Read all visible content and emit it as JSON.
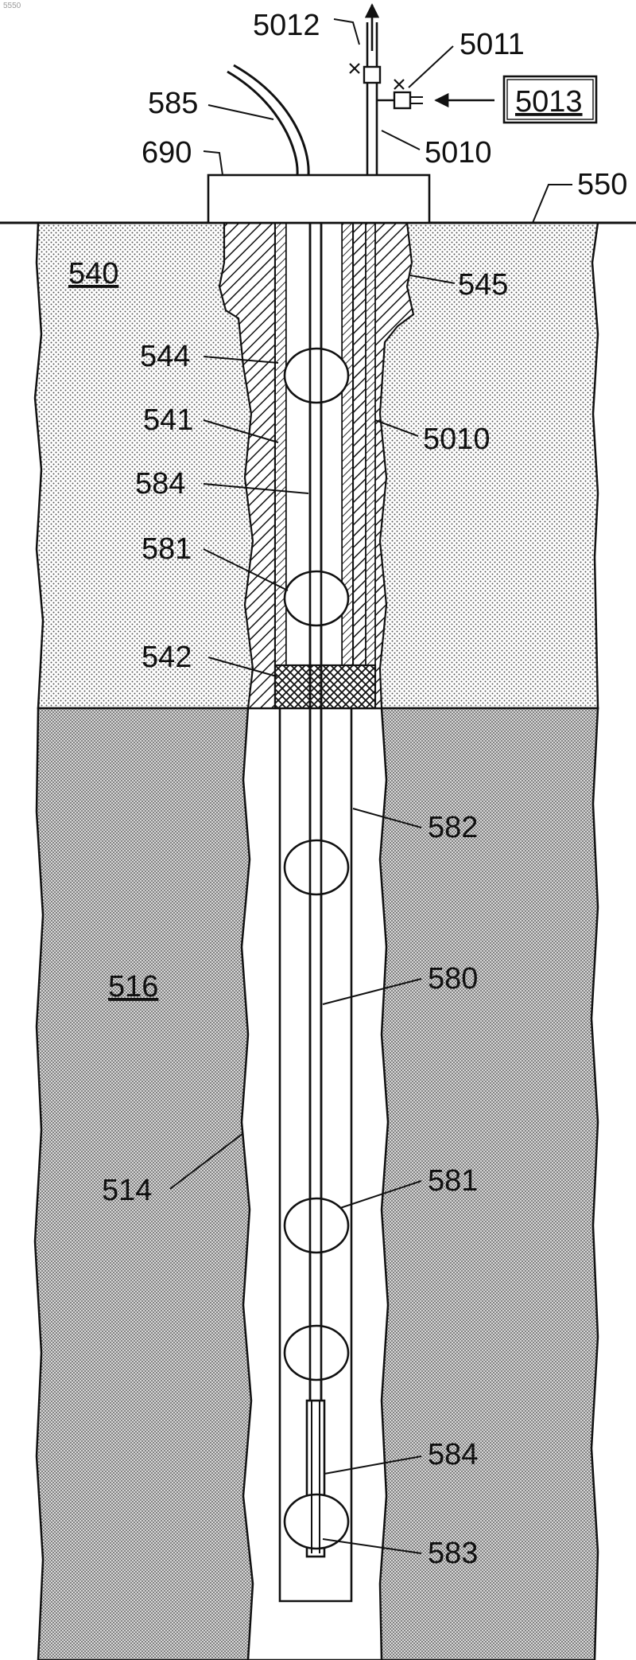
{
  "header": {
    "corner_text": "5550"
  },
  "labels": {
    "l5012": "5012",
    "l5011": "5011",
    "l5013": "5013",
    "l585": "585",
    "l690": "690",
    "l5010a": "5010",
    "l550": "550",
    "l540": "540",
    "l545": "545",
    "l544": "544",
    "l541": "541",
    "l5010b": "5010",
    "l584a": "584",
    "l581a": "581",
    "l542": "542",
    "l582": "582",
    "l580": "580",
    "l516": "516",
    "l514": "514",
    "l581b": "581",
    "l584b": "584",
    "l583": "583"
  }
}
